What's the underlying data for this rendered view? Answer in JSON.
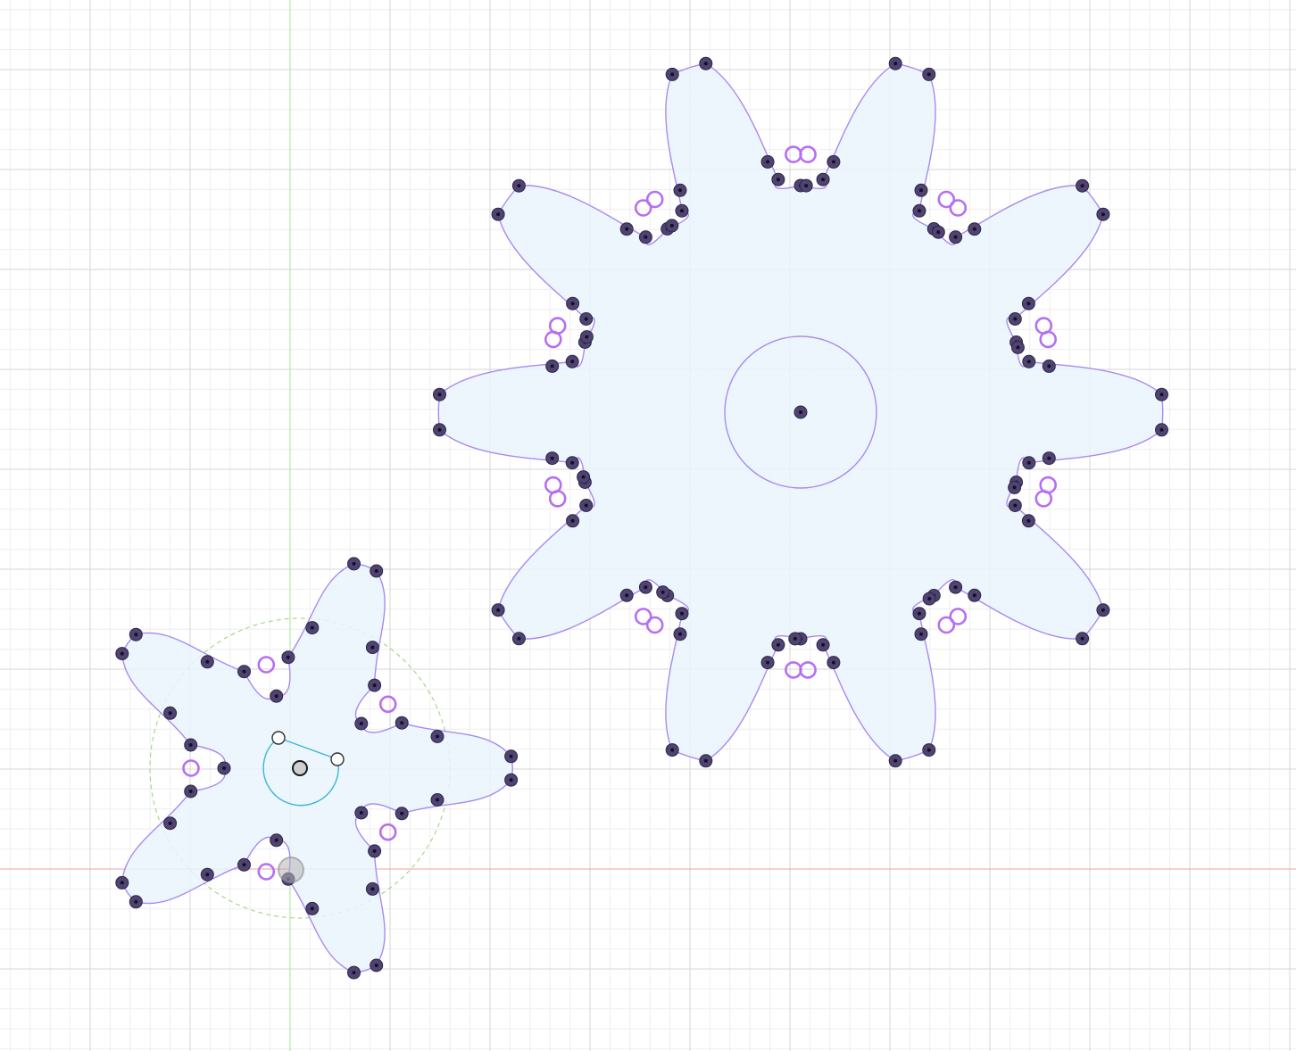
{
  "app": {
    "view": "sketch"
  },
  "canvas": {
    "background": "#ffffff",
    "grid_minor_color": "#eeeeee",
    "grid_major_color": "#d6d6d6",
    "x_axis_color": "#f2a0a0",
    "y_axis_color": "#a4e69c"
  },
  "colors": {
    "profile_fill": "#eaf4fc",
    "sketch_line": "#a78bf0",
    "sketch_point": "#4f4372",
    "center_marker": "#b66ff0",
    "selected_arc": "#38b6d6",
    "pitch_circle": "#9ccf7a"
  },
  "sketch": {
    "large_gear": {
      "teeth": 10,
      "has_bore_circle": true
    },
    "small_gear": {
      "teeth": 5,
      "has_pitch_circle": true,
      "has_angle_arc_selection": true
    }
  },
  "icons": {
    "sketch_point": "sketch-point-icon",
    "center_marker": "center-marker-icon",
    "handle": "drag-handle-icon"
  }
}
